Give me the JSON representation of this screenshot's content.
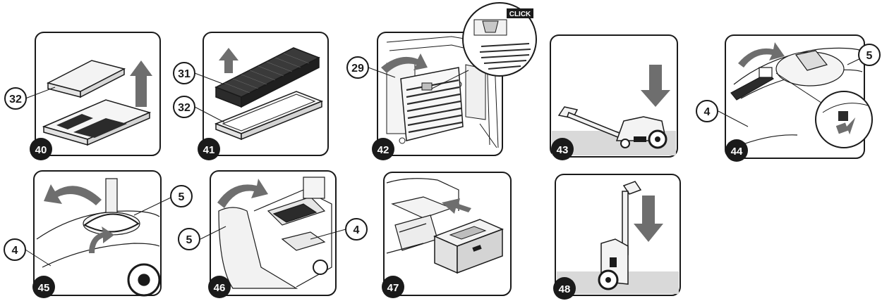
{
  "steps": [
    {
      "number": "40",
      "callouts": [
        "32"
      ]
    },
    {
      "number": "41",
      "callouts": [
        "31",
        "32"
      ]
    },
    {
      "number": "42",
      "callouts": [
        "29"
      ],
      "inset_text": "CLICK"
    },
    {
      "number": "43",
      "callouts": []
    },
    {
      "number": "44",
      "callouts": [
        "5",
        "4"
      ]
    },
    {
      "number": "45",
      "callouts": [
        "5",
        "4"
      ]
    },
    {
      "number": "46",
      "callouts": [
        "5",
        "4"
      ]
    },
    {
      "number": "47",
      "callouts": []
    },
    {
      "number": "48",
      "callouts": []
    }
  ],
  "colors": {
    "outline": "#1a1a1a",
    "arrow": "#6e6e6e",
    "badge": "#1a1a1a",
    "floor": "#d9d9d9",
    "grille": "#2b2b2b"
  }
}
